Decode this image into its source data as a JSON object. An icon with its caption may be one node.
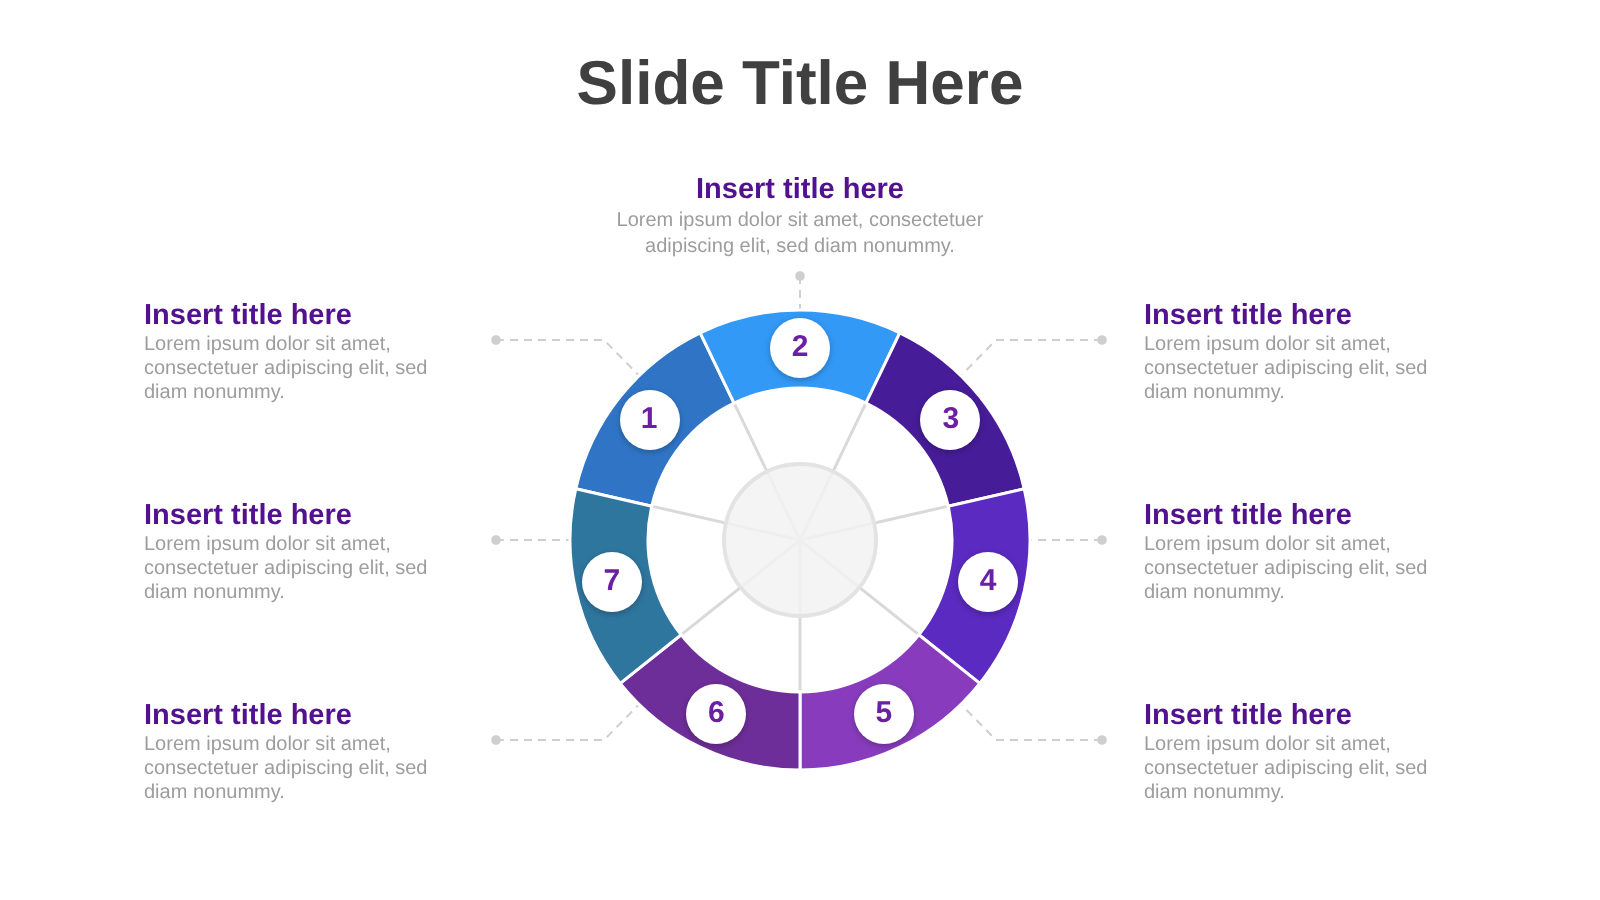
{
  "diagram": {
    "title": "Slide Title Here",
    "nodes": [
      {
        "text": [
          "Insert title here",
          "Lorem ipsum dolor sit amet, consectetuer adipiscing elit, sed diam nonummy."
        ]
      },
      {
        "text": [
          "Insert title here",
          "Lorem ipsum dolor sit amet, consectetuer adipiscing elit, sed diam nonummy."
        ]
      },
      {
        "text": [
          "Insert title here",
          "Lorem ipsum dolor sit amet, consectetuer adipiscing elit, sed diam nonummy."
        ]
      },
      {
        "text": [
          "Insert title here",
          "Lorem ipsum dolor sit amet, consectetuer adipiscing elit, sed diam nonummy."
        ]
      },
      {
        "text": [
          "Insert title here",
          "Lorem ipsum dolor sit amet, consectetuer adipiscing elit, sed diam nonummy."
        ]
      },
      {
        "text": [
          "Insert title here",
          "Lorem ipsum dolor sit amet, consectetuer adipiscing elit, sed diam nonummy."
        ]
      },
      {
        "text": [
          "Insert title here",
          "Lorem ipsum dolor sit amet, consectetuer adipiscing elit, sed diam nonummy."
        ]
      },
      {
        "text": [
          "1"
        ]
      },
      {
        "text": [
          "2"
        ]
      },
      {
        "text": [
          "3"
        ]
      },
      {
        "text": [
          "4"
        ]
      },
      {
        "text": [
          "5"
        ]
      },
      {
        "text": [
          "6"
        ]
      },
      {
        "text": [
          "7"
        ]
      }
    ],
    "edges": [
      {
        "from": 0,
        "to": 8,
        "arrow": "other",
        "style": "dashed"
      },
      {
        "from": 1,
        "to": 7,
        "arrow": "other",
        "style": "dashed"
      },
      {
        "from": 2,
        "to": 9,
        "arrow": "other",
        "style": "dashed"
      },
      {
        "from": 3,
        "to": 13,
        "arrow": "other",
        "style": "dashed"
      },
      {
        "from": 4,
        "to": 10,
        "arrow": "other",
        "style": "dashed"
      },
      {
        "from": 5,
        "to": 12,
        "arrow": "other",
        "style": "dashed"
      },
      {
        "from": 6,
        "to": 11,
        "arrow": "other",
        "style": "dashed"
      }
    ]
  }
}
